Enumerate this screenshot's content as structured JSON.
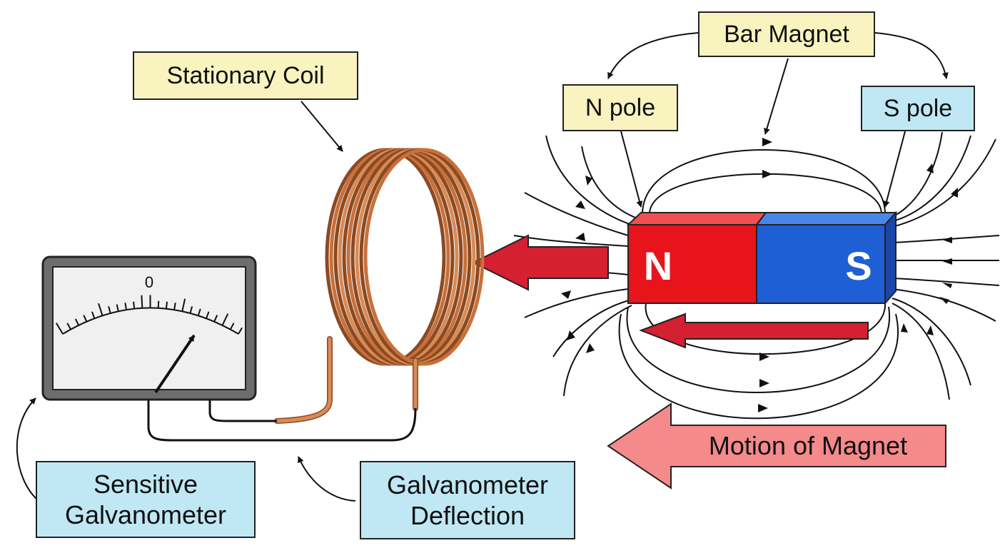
{
  "labels": {
    "stationary_coil": "Stationary Coil",
    "bar_magnet": "Bar Magnet",
    "n_pole": "N pole",
    "s_pole": "S pole",
    "sensitive_galvanometer_line1": "Sensitive",
    "sensitive_galvanometer_line2": "Galvanometer",
    "galvanometer_deflection_line1": "Galvanometer",
    "galvanometer_deflection_line2": "Deflection",
    "motion_of_magnet": "Motion of Magnet"
  },
  "magnet": {
    "north_letter": "N",
    "south_letter": "S"
  },
  "galvanometer": {
    "zero_mark": "0"
  },
  "colors": {
    "north": "#e8141c",
    "south": "#1e5fd6",
    "coil": "#c9703a",
    "motion_arrow": "#f48a8a",
    "red_arrow": "#d42030",
    "label_yellow": "#f8f3bf",
    "label_blue": "#bfe8f4"
  }
}
